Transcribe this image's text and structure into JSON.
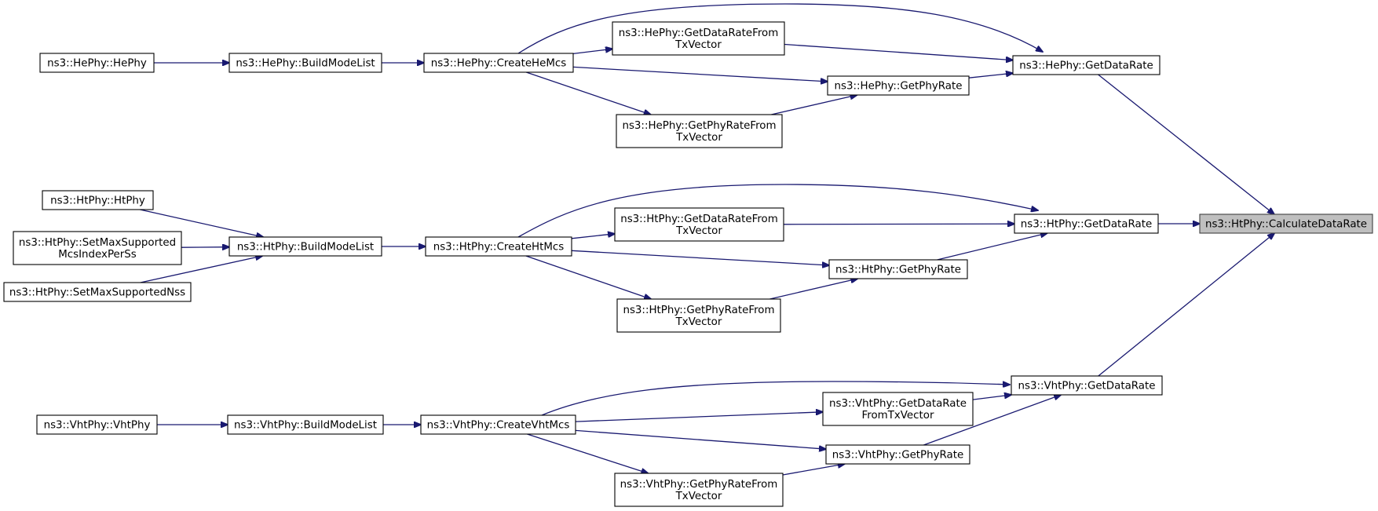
{
  "colors": {
    "edge": "#191970",
    "root_fill": "#bfbfbf",
    "node_fill": "#ffffff",
    "node_border": "#000000"
  },
  "nodes": [
    {
      "id": "root",
      "lines": [
        "ns3::HtPhy::CalculateDataRate"
      ],
      "root": true
    },
    {
      "id": "he_getdr",
      "lines": [
        "ns3::HePhy::GetDataRate"
      ]
    },
    {
      "id": "ht_getdr",
      "lines": [
        "ns3::HtPhy::GetDataRate"
      ]
    },
    {
      "id": "vht_getdr",
      "lines": [
        "ns3::VhtPhy::GetDataRate"
      ]
    },
    {
      "id": "he_drfromtx",
      "lines": [
        "ns3::HePhy::GetDataRateFrom",
        "TxVector"
      ]
    },
    {
      "id": "he_getphy",
      "lines": [
        "ns3::HePhy::GetPhyRate"
      ]
    },
    {
      "id": "he_phyfromtx",
      "lines": [
        "ns3::HePhy::GetPhyRateFrom",
        "TxVector"
      ]
    },
    {
      "id": "he_create",
      "lines": [
        "ns3::HePhy::CreateHeMcs"
      ]
    },
    {
      "id": "he_build",
      "lines": [
        "ns3::HePhy::BuildModeList"
      ]
    },
    {
      "id": "he_ctor",
      "lines": [
        "ns3::HePhy::HePhy"
      ]
    },
    {
      "id": "ht_drfromtx",
      "lines": [
        "ns3::HtPhy::GetDataRateFrom",
        "TxVector"
      ]
    },
    {
      "id": "ht_getphy",
      "lines": [
        "ns3::HtPhy::GetPhyRate"
      ]
    },
    {
      "id": "ht_phyfromtx",
      "lines": [
        "ns3::HtPhy::GetPhyRateFrom",
        "TxVector"
      ]
    },
    {
      "id": "ht_create",
      "lines": [
        "ns3::HtPhy::CreateHtMcs"
      ]
    },
    {
      "id": "ht_build",
      "lines": [
        "ns3::HtPhy::BuildModeList"
      ]
    },
    {
      "id": "ht_ctor",
      "lines": [
        "ns3::HtPhy::HtPhy"
      ]
    },
    {
      "id": "ht_setmcs",
      "lines": [
        "ns3::HtPhy::SetMaxSupported",
        "McsIndexPerSs"
      ]
    },
    {
      "id": "ht_setnss",
      "lines": [
        "ns3::HtPhy::SetMaxSupportedNss"
      ]
    },
    {
      "id": "vht_drfromtx",
      "lines": [
        "ns3::VhtPhy::GetDataRate",
        "FromTxVector"
      ]
    },
    {
      "id": "vht_getphy",
      "lines": [
        "ns3::VhtPhy::GetPhyRate"
      ]
    },
    {
      "id": "vht_phyfromtx",
      "lines": [
        "ns3::VhtPhy::GetPhyRateFrom",
        "TxVector"
      ]
    },
    {
      "id": "vht_create",
      "lines": [
        "ns3::VhtPhy::CreateVhtMcs"
      ]
    },
    {
      "id": "vht_build",
      "lines": [
        "ns3::VhtPhy::BuildModeList"
      ]
    },
    {
      "id": "vht_ctor",
      "lines": [
        "ns3::VhtPhy::VhtPhy"
      ]
    }
  ],
  "edges": [
    {
      "from": "he_getdr",
      "to": "root"
    },
    {
      "from": "ht_getdr",
      "to": "root"
    },
    {
      "from": "vht_getdr",
      "to": "root"
    },
    {
      "from": "he_create",
      "to": "he_getdr"
    },
    {
      "from": "he_drfromtx",
      "to": "he_getdr"
    },
    {
      "from": "he_getphy",
      "to": "he_getdr"
    },
    {
      "from": "he_create",
      "to": "he_drfromtx"
    },
    {
      "from": "he_create",
      "to": "he_getphy"
    },
    {
      "from": "he_phyfromtx",
      "to": "he_getphy"
    },
    {
      "from": "he_create",
      "to": "he_phyfromtx"
    },
    {
      "from": "he_build",
      "to": "he_create"
    },
    {
      "from": "he_ctor",
      "to": "he_build"
    },
    {
      "from": "ht_create",
      "to": "ht_getdr"
    },
    {
      "from": "ht_drfromtx",
      "to": "ht_getdr"
    },
    {
      "from": "ht_getphy",
      "to": "ht_getdr"
    },
    {
      "from": "ht_create",
      "to": "ht_drfromtx"
    },
    {
      "from": "ht_create",
      "to": "ht_getphy"
    },
    {
      "from": "ht_phyfromtx",
      "to": "ht_getphy"
    },
    {
      "from": "ht_create",
      "to": "ht_phyfromtx"
    },
    {
      "from": "ht_build",
      "to": "ht_create"
    },
    {
      "from": "ht_ctor",
      "to": "ht_build"
    },
    {
      "from": "ht_setmcs",
      "to": "ht_build"
    },
    {
      "from": "ht_setnss",
      "to": "ht_build"
    },
    {
      "from": "vht_create",
      "to": "vht_getdr"
    },
    {
      "from": "vht_drfromtx",
      "to": "vht_getdr"
    },
    {
      "from": "vht_getphy",
      "to": "vht_getdr"
    },
    {
      "from": "vht_create",
      "to": "vht_drfromtx"
    },
    {
      "from": "vht_create",
      "to": "vht_getphy"
    },
    {
      "from": "vht_phyfromtx",
      "to": "vht_getphy"
    },
    {
      "from": "vht_create",
      "to": "vht_phyfromtx"
    },
    {
      "from": "vht_build",
      "to": "vht_create"
    },
    {
      "from": "vht_ctor",
      "to": "vht_build"
    }
  ]
}
